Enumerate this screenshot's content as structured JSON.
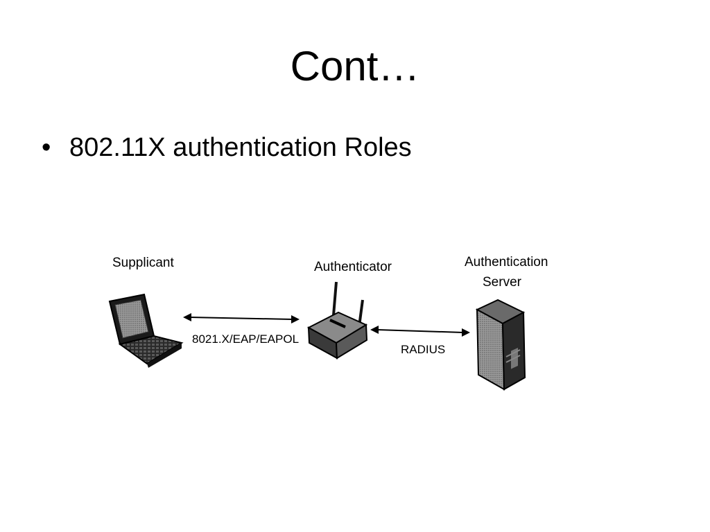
{
  "slide": {
    "title": "Cont…",
    "bullet": "•",
    "bullet_text": "802.11X authentication Roles"
  },
  "diagram": {
    "supplicant_label": "Supplicant",
    "authenticator_label": "Authenticator",
    "server_label_line1": "Authentication",
    "server_label_line2": "Server",
    "link1_label": "8021.X/EAP/EAPOL",
    "link2_label": "RADIUS"
  }
}
